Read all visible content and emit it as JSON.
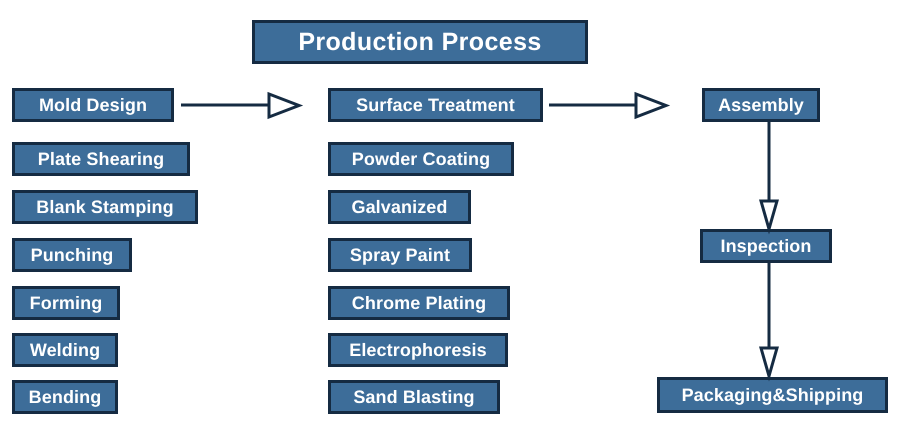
{
  "diagram": {
    "title": "Production Process",
    "background_color": "#ffffff",
    "node_fill_color": "#3d6d99",
    "node_border_color": "#152b42",
    "node_text_color": "#ffffff",
    "connector_color": "#152b42",
    "arrowhead_fill_color": "#ffffff"
  },
  "columns": [
    {
      "name": "fabrication",
      "steps": [
        {
          "label": "Mold Design"
        },
        {
          "label": "Plate Shearing"
        },
        {
          "label": "Blank Stamping"
        },
        {
          "label": "Punching"
        },
        {
          "label": "Forming"
        },
        {
          "label": "Welding"
        },
        {
          "label": "Bending"
        }
      ]
    },
    {
      "name": "surface-treatment",
      "steps": [
        {
          "label": "Surface Treatment"
        },
        {
          "label": "Powder Coating"
        },
        {
          "label": "Galvanized"
        },
        {
          "label": "Spray Paint"
        },
        {
          "label": "Chrome Plating"
        },
        {
          "label": "Electrophoresis"
        },
        {
          "label": "Sand Blasting"
        }
      ]
    },
    {
      "name": "finishing",
      "steps": [
        {
          "label": "Assembly"
        },
        {
          "label": "Inspection"
        },
        {
          "label": "Packaging&Shipping"
        }
      ]
    }
  ],
  "connectors": [
    {
      "name": "mold-design-to-surface-treatment",
      "direction": "right"
    },
    {
      "name": "surface-treatment-to-assembly",
      "direction": "right"
    },
    {
      "name": "assembly-to-inspection",
      "direction": "down"
    },
    {
      "name": "inspection-to-packaging",
      "direction": "down"
    }
  ]
}
